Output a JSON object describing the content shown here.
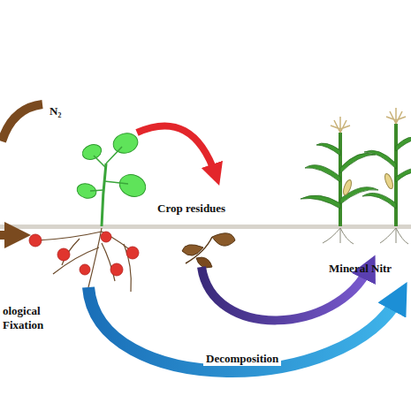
{
  "diagram": {
    "labels": [
      "N₂",
      "Crop residues",
      "Mineral Nitr",
      "ological Fixation",
      "Decomposition"
    ]
  }
}
